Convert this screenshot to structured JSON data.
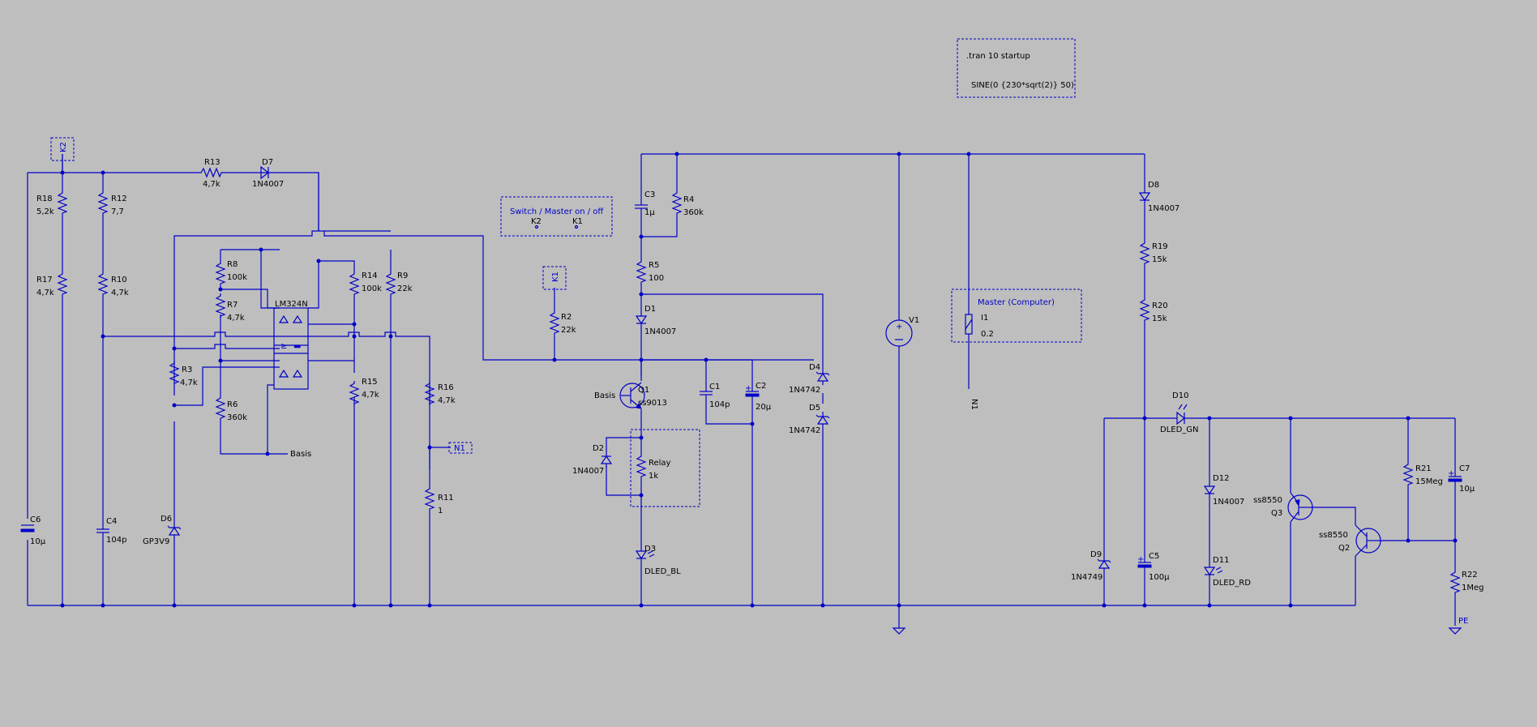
{
  "spice": {
    "tran": ".tran 10 startup",
    "sine": "SINE(0 {230*sqrt(2)} 50)"
  },
  "boxes": {
    "switch_title": "Switch / Master on / off",
    "master_title": "Master (Computer)"
  },
  "nets": {
    "k2": "K2",
    "k1": "K1",
    "n1": "N1",
    "pe": "PE",
    "basis": "Basis",
    "basis2": "Basis"
  },
  "components": {
    "R13": {
      "ref": "R13",
      "value": "4,7k"
    },
    "D7": {
      "ref": "D7",
      "value": "1N4007"
    },
    "R18": {
      "ref": "R18",
      "value": "5,2k"
    },
    "R17": {
      "ref": "R17",
      "value": "4,7k"
    },
    "R12": {
      "ref": "R12",
      "value": "7,7"
    },
    "R10": {
      "ref": "R10",
      "value": "4,7k"
    },
    "R8": {
      "ref": "R8",
      "value": "100k"
    },
    "R7": {
      "ref": "R7",
      "value": "4,7k"
    },
    "R14": {
      "ref": "R14",
      "value": "100k"
    },
    "R9": {
      "ref": "R9",
      "value": "22k"
    },
    "U1": {
      "ref": "LM324N"
    },
    "R3": {
      "ref": "R3",
      "value": "4,7k"
    },
    "R6": {
      "ref": "R6",
      "value": "360k"
    },
    "R15": {
      "ref": "R15",
      "value": "4,7k"
    },
    "R16": {
      "ref": "R16",
      "value": "4,7k"
    },
    "R11": {
      "ref": "R11",
      "value": "1"
    },
    "C6": {
      "ref": "C6",
      "value": "10µ"
    },
    "C4": {
      "ref": "C4",
      "value": "104p"
    },
    "D6": {
      "ref": "D6",
      "value": "GP3V9"
    },
    "R2": {
      "ref": "R2",
      "value": "22k"
    },
    "C3": {
      "ref": "C3",
      "value": "1µ"
    },
    "R4": {
      "ref": "R4",
      "value": "360k"
    },
    "R5": {
      "ref": "R5",
      "value": "100"
    },
    "D1": {
      "ref": "D1",
      "value": "1N4007"
    },
    "Q1": {
      "ref": "Q1",
      "value": "ss9013"
    },
    "C1": {
      "ref": "C1",
      "value": "104p"
    },
    "C2": {
      "ref": "C2",
      "value": "20µ"
    },
    "D2": {
      "ref": "D2",
      "value": "1N4007"
    },
    "Relay": {
      "ref": "Relay",
      "value": "1k"
    },
    "D3": {
      "ref": "D3",
      "value": "DLED_BL"
    },
    "D4": {
      "ref": "D4",
      "value": "1N4742"
    },
    "D5": {
      "ref": "D5",
      "value": "1N4742"
    },
    "V1": {
      "ref": "V1"
    },
    "I1": {
      "ref": "I1",
      "value": "0.2"
    },
    "D8": {
      "ref": "D8",
      "value": "1N4007"
    },
    "R19": {
      "ref": "R19",
      "value": "15k"
    },
    "R20": {
      "ref": "R20",
      "value": "15k"
    },
    "D10": {
      "ref": "D10",
      "value": "DLED_GN"
    },
    "D12": {
      "ref": "D12",
      "value": "1N4007"
    },
    "D11": {
      "ref": "D11",
      "value": "DLED_RD"
    },
    "D9": {
      "ref": "D9",
      "value": "1N4749"
    },
    "C5": {
      "ref": "C5",
      "value": "100µ"
    },
    "Q3": {
      "ref": "Q3",
      "value": "ss8550"
    },
    "Q2": {
      "ref": "Q2",
      "value": "ss8550"
    },
    "R21": {
      "ref": "R21",
      "value": "15Meg"
    },
    "C7": {
      "ref": "C7",
      "value": "10µ"
    },
    "R22": {
      "ref": "R22",
      "value": "1Meg"
    }
  }
}
